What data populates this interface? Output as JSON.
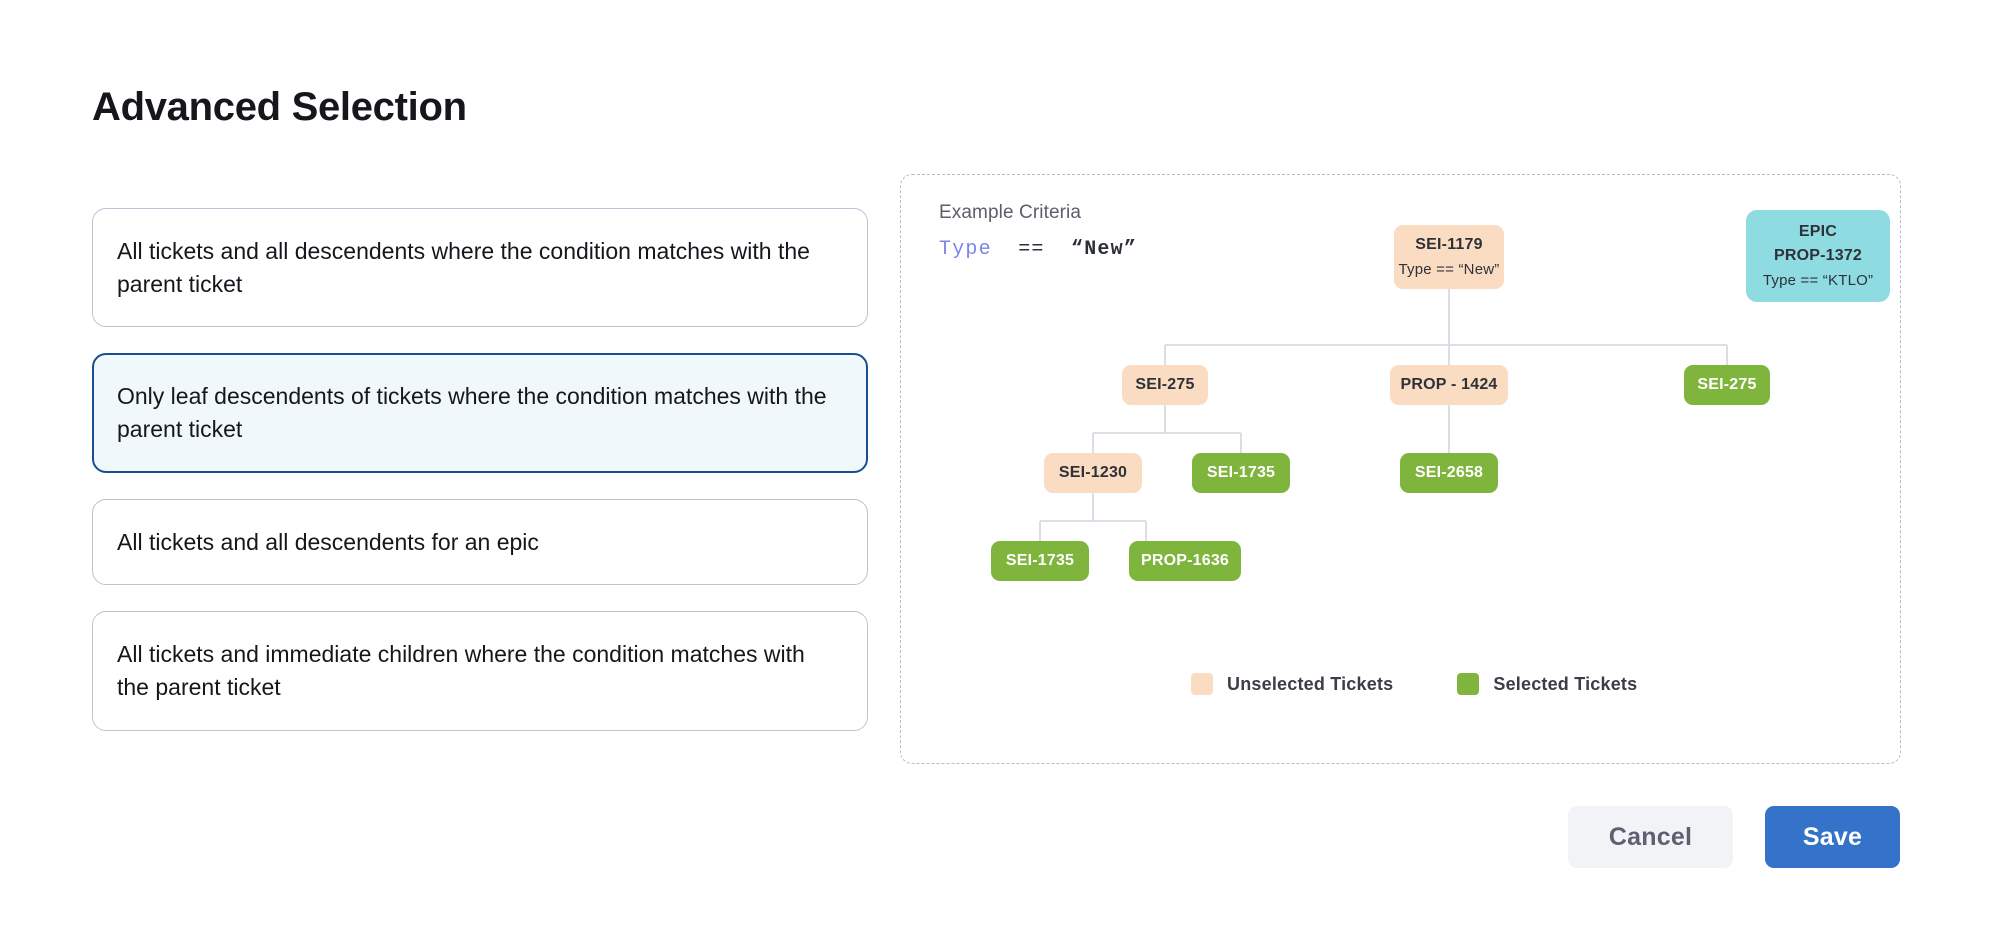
{
  "page": {
    "title": "Advanced Selection"
  },
  "options": [
    {
      "id": "all-descendents-condition",
      "label": "All tickets and all descendents where the condition matches with the parent ticket",
      "selected": false
    },
    {
      "id": "leaf-descendents-condition",
      "label": "Only leaf descendents of tickets where the condition matches with the parent ticket",
      "selected": true
    },
    {
      "id": "all-descendents-epic",
      "label": "All tickets and all descendents for an epic",
      "selected": false
    },
    {
      "id": "immediate-children-condition",
      "label": "All tickets and immediate children where the condition matches with the parent ticket",
      "selected": false
    }
  ],
  "diagram": {
    "criteria_label": "Example Criteria",
    "criteria": {
      "field": "Type",
      "operator": "==",
      "value": "“New”"
    },
    "nodes": {
      "root": {
        "id": "SEI-1179",
        "sub": "Type == “New”",
        "state": "unselected"
      },
      "epic": {
        "kind": "EPIC",
        "id": "PROP-1372",
        "sub": "Type == “KTLO”",
        "state": "epic"
      },
      "r2c1": {
        "id": "SEI-275",
        "state": "unselected"
      },
      "r2c2": {
        "id": "PROP - 1424",
        "state": "unselected"
      },
      "r2c3": {
        "id": "SEI-275",
        "state": "selected"
      },
      "r3c1": {
        "id": "SEI-1230",
        "state": "unselected"
      },
      "r3c2": {
        "id": "SEI-1735",
        "state": "selected"
      },
      "r3c3": {
        "id": "SEI-2658",
        "state": "selected"
      },
      "r4c1": {
        "id": "SEI-1735",
        "state": "selected"
      },
      "r4c2": {
        "id": "PROP-1636",
        "state": "selected"
      }
    },
    "legend": [
      {
        "key": "unselected",
        "label": "Unselected Tickets",
        "color": "#fadcc3"
      },
      {
        "key": "selected",
        "label": "Selected Tickets",
        "color": "#7fb53d"
      }
    ]
  },
  "footer": {
    "cancel_label": "Cancel",
    "save_label": "Save"
  },
  "colors": {
    "accent": "#3572ca",
    "selected_option_border": "#1c4e8f",
    "selected_option_bg": "#f1f8fb",
    "unselected_node": "#fadcc3",
    "selected_node": "#7fb53d",
    "epic_node": "#8fdbe2",
    "connector": "#d4d6e0"
  }
}
